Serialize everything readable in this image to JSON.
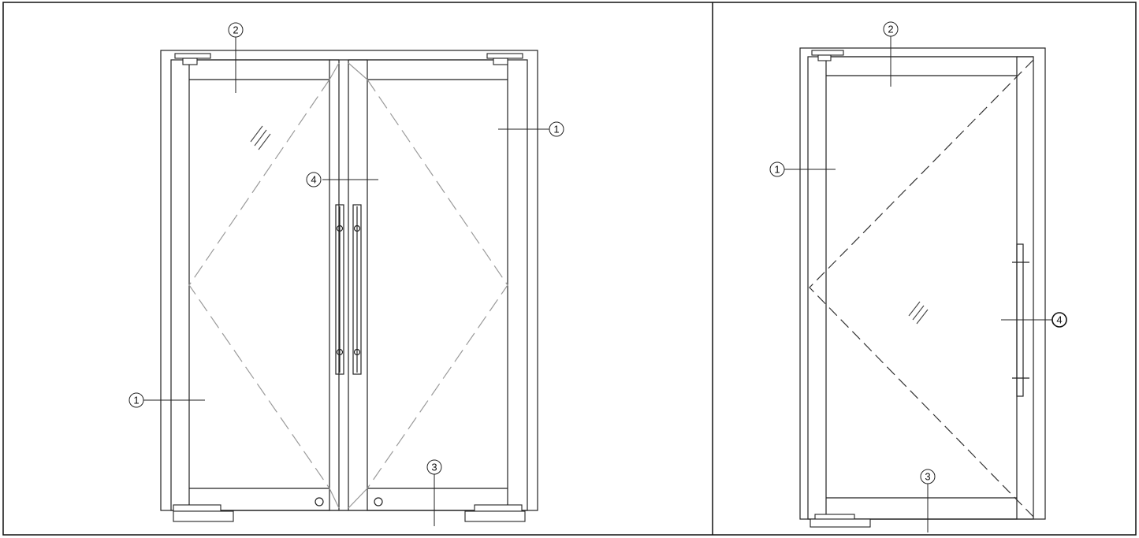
{
  "colors": {
    "line": "#222222",
    "dashed": "#9a9a9a",
    "dashed_dark": "#333333",
    "background": "#ffffff"
  },
  "callouts": {
    "left_panel": [
      {
        "id": "frame",
        "label": "1"
      },
      {
        "id": "transom",
        "label": "2"
      },
      {
        "id": "frame-right",
        "label": "1"
      },
      {
        "id": "glass",
        "label": "4"
      },
      {
        "id": "threshold",
        "label": "3"
      }
    ],
    "right_panel": [
      {
        "id": "transom",
        "label": "2"
      },
      {
        "id": "frame",
        "label": "1"
      },
      {
        "id": "handle",
        "label": "4"
      },
      {
        "id": "threshold",
        "label": "3"
      }
    ]
  }
}
